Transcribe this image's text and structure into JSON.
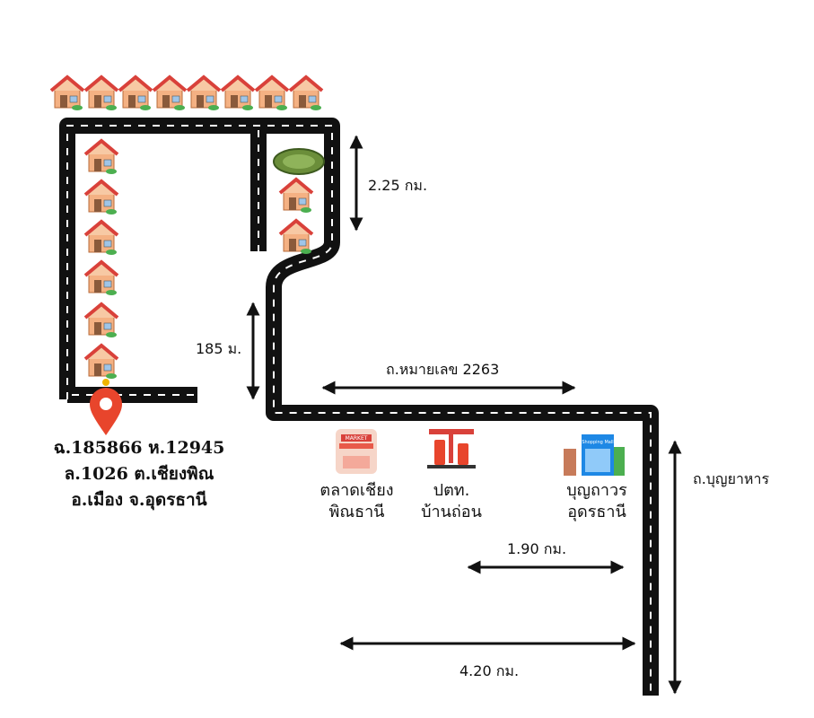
{
  "address": {
    "line1": "ฉ.185866 ห.12945",
    "line2": "ล.1026 ต.เชียงพิณ",
    "line3": "อ.เมือง จ.อุดรธานี"
  },
  "distances": {
    "top_right": "2.25 กม.",
    "mid_left": "185 ม.",
    "to_mall": "1.90 กม.",
    "bottom": "4.20 กม."
  },
  "roads": {
    "main_road": "ถ.หมายเลข 2263",
    "side_road": "ถ.บุญยาหาร"
  },
  "places": [
    {
      "line1": "ตลาดเชียง",
      "line2": "พิณธานี",
      "icon": "market-icon",
      "sign": "MARKET"
    },
    {
      "line1": "ปตท.",
      "line2": "บ้านถ่อน",
      "icon": "gas-station-icon"
    },
    {
      "line1": "บุญถาวร",
      "line2": "อุดรธานี",
      "icon": "shopping-mall-icon",
      "sign": "Shopping Mall"
    }
  ],
  "colors": {
    "road": "#111111",
    "house_wall": "#f4b183",
    "house_roof": "#d9413a",
    "pin": "#e8452c"
  }
}
